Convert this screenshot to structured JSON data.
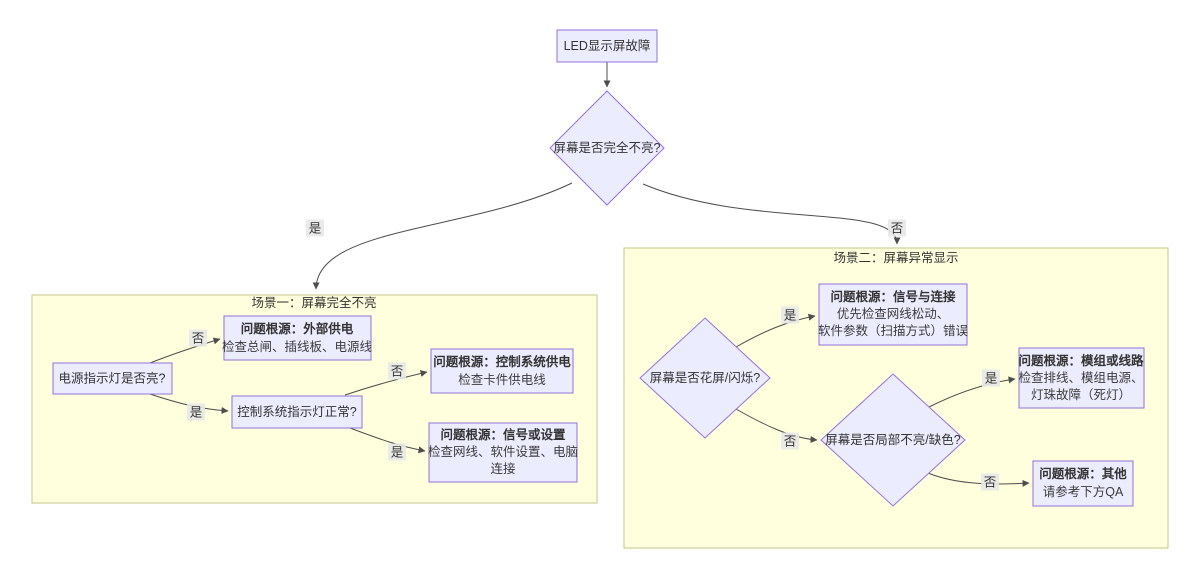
{
  "colors": {
    "node_fill": "#ECECFF",
    "node_border": "#9370DB",
    "group_fill": "#FFFFDE",
    "group_border": "#c6c68a",
    "edge": "#4d4d4d",
    "text": "#333333",
    "edge_label_bg": "#e8e8e8"
  },
  "labels": {
    "yes": "是",
    "no": "否"
  },
  "root": {
    "text": "LED显示屏故障"
  },
  "main_decision": {
    "text": "屏幕是否完全不亮?"
  },
  "scenario1": {
    "title": "场景一：屏幕完全不亮",
    "q_power": {
      "text": "电源指示灯是否亮?"
    },
    "r_external": {
      "title": "问题根源：外部供电",
      "desc": "检查总闸、插线板、电源线"
    },
    "q_control": {
      "text": "控制系统指示灯正常?"
    },
    "r_control": {
      "title": "问题根源：控制系统供电",
      "desc": "检查卡件供电线"
    },
    "r_signal": {
      "title": "问题根源：信号或设置",
      "desc1": "检查网线、软件设置、电脑",
      "desc2": "连接"
    }
  },
  "scenario2": {
    "title": "场景二：屏幕异常显示",
    "q_flicker": {
      "text": "屏幕是否花屏/闪烁?"
    },
    "r_connection": {
      "title": "问题根源：信号与连接",
      "desc1": "优先检查网线松动、",
      "desc2": "软件参数（扫描方式）错误"
    },
    "q_partial": {
      "text": "屏幕是否局部不亮/缺色?"
    },
    "r_module": {
      "title": "问题根源：模组或线路",
      "desc1": "检查排线、模组电源、",
      "desc2": "灯珠故障（死灯）"
    },
    "r_other": {
      "title": "问题根源：其他",
      "desc": "请参考下方QA"
    }
  }
}
